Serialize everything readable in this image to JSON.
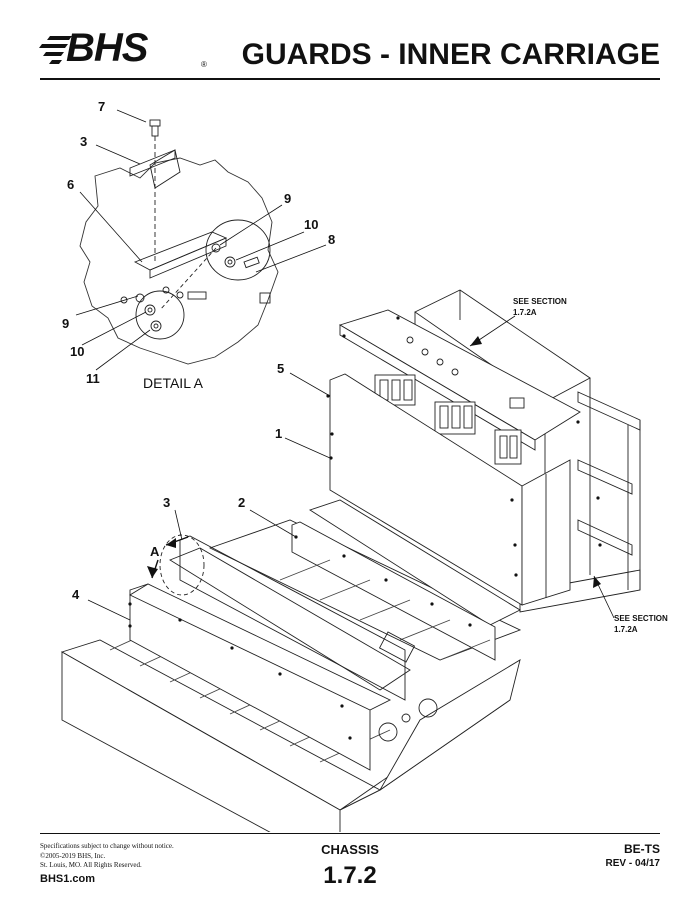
{
  "header": {
    "logo_text": "BHS",
    "logo_reg": "®",
    "title": "GUARDS - INNER CARRIAGE"
  },
  "drawing": {
    "callouts": {
      "c7": "7",
      "c3a": "3",
      "c6": "6",
      "c9a": "9",
      "c10a": "10",
      "c8": "8",
      "c9b": "9",
      "c10b": "10",
      "c11": "11",
      "c5": "5",
      "c1": "1",
      "c3b": "3",
      "c2": "2",
      "c4": "4",
      "cA": "A"
    },
    "detail_label": "DETAIL  A",
    "see_section_top": [
      "SEE SECTION",
      "1.7.2A"
    ],
    "see_section_right": [
      "SEE SECTION",
      "1.7.2A"
    ]
  },
  "footer": {
    "disclaimer_lines": [
      "Specifications subject to change without notice.",
      "©2005-2019 BHS, Inc.",
      "St. Louis, MO.  All Rights Reserved."
    ],
    "url": "BHS1.com",
    "section_name": "CHASSIS",
    "section_number": "1.7.2",
    "model": "BE-TS",
    "revision": "REV - 04/17"
  }
}
